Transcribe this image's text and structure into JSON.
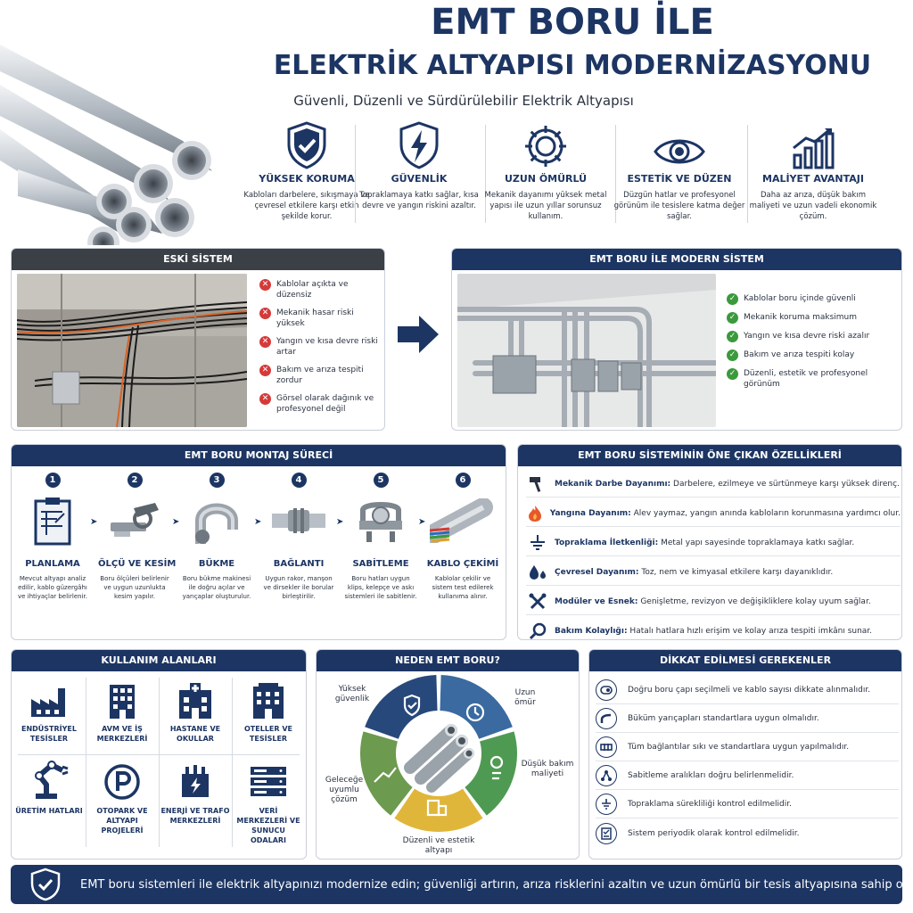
{
  "header": {
    "title_line1": "EMT BORU İLE",
    "title_line2": "ELEKTRİK ALTYAPISI MODERNİZASYONU",
    "subtitle": "Güvenli, Düzenli ve Sürdürülebilir Elektrik Altyapısı"
  },
  "features": [
    {
      "icon": "shield-check-icon",
      "title": "YÜKSEK KORUMA",
      "text": "Kabloları darbelere, sıkışmaya ve çevresel etkilere karşı etkin şekilde korur."
    },
    {
      "icon": "lightning-shield-icon",
      "title": "GÜVENLİK",
      "text": "Topraklamaya katkı sağlar, kısa devre ve yangın riskini azaltır."
    },
    {
      "icon": "gear-icon",
      "title": "UZUN ÖMÜRLÜ",
      "text": "Mekanik dayanımı yüksek metal yapısı ile uzun yıllar sorunsuz kullanım."
    },
    {
      "icon": "eye-icon",
      "title": "ESTETİK VE DÜZEN",
      "text": "Düzgün hatlar ve profesyonel görünüm ile tesislere katma değer sağlar."
    },
    {
      "icon": "bar-chart-icon",
      "title": "MALİYET AVANTAJI",
      "text": "Daha az arıza, düşük bakım maliyeti ve uzun vadeli ekonomik çözüm."
    }
  ],
  "old_system": {
    "title": "ESKİ SİSTEM",
    "items": [
      "Kablolar açıkta ve düzensiz",
      "Mekanik hasar riski yüksek",
      "Yangın ve kısa devre riski artar",
      "Bakım ve arıza tespiti zordur",
      "Görsel olarak dağınık ve profesyonel değil"
    ]
  },
  "new_system": {
    "title": "EMT BORU İLE MODERN SİSTEM",
    "items": [
      "Kablolar boru içinde güvenli",
      "Mekanik koruma maksimum",
      "Yangın ve kısa devre riski azalır",
      "Bakım ve arıza tespiti kolay",
      "Düzenli, estetik ve profesyonel görünüm"
    ]
  },
  "process": {
    "title": "EMT BORU MONTAJ SÜRECİ",
    "steps": [
      {
        "num": "1",
        "title": "PLANLAMA",
        "text": "Mevcut altyapı analiz edilir, kablo güzergâhı ve ihtiyaçlar belirlenir."
      },
      {
        "num": "2",
        "title": "ÖLÇÜ VE KESİM",
        "text": "Boru ölçüleri belirlenir ve uygun uzunlukta kesim yapılır."
      },
      {
        "num": "3",
        "title": "BÜKME",
        "text": "Boru bükme makinesi ile doğru açılar ve yarıçaplar oluşturulur."
      },
      {
        "num": "4",
        "title": "BAĞLANTI",
        "text": "Uygun rakor, manşon ve dirsekler ile borular birleştirilir."
      },
      {
        "num": "5",
        "title": "SABİTLEME",
        "text": "Boru hatları uygun klips, kelepçe ve askı sistemleri ile sabitlenir."
      },
      {
        "num": "6",
        "title": "KABLO ÇEKİMİ",
        "text": "Kablolar çekilir ve sistem test edilerek kullanıma alınır."
      }
    ]
  },
  "properties": {
    "title": "EMT BORU SİSTEMİNİN ÖNE ÇIKAN ÖZELLİKLERİ",
    "items": [
      {
        "icon": "hammer-icon",
        "label": "Mekanik Darbe Dayanımı:",
        "text": " Darbelere, ezilmeye ve sürtünmeye karşı yüksek direnç."
      },
      {
        "icon": "flame-icon",
        "label": "Yangına Dayanım:",
        "text": " Alev yaymaz, yangın anında kabloların korunmasına yardımcı olur."
      },
      {
        "icon": "ground-icon",
        "label": "Topraklama İletkenliği:",
        "text": " Metal yapı sayesinde topraklamaya katkı sağlar."
      },
      {
        "icon": "droplets-icon",
        "label": "Çevresel Dayanım:",
        "text": " Toz, nem ve kimyasal etkilere karşı dayanıklıdır."
      },
      {
        "icon": "tools-icon",
        "label": "Modüler ve Esnek:",
        "text": " Genişletme, revizyon ve değişikliklere kolay uyum sağlar."
      },
      {
        "icon": "magnifier-icon",
        "label": "Bakım Kolaylığı:",
        "text": " Hatalı hatlara hızlı erişim ve kolay arıza tespiti imkânı sunar."
      }
    ]
  },
  "usage": {
    "title": "KULLANIM ALANLARI",
    "items": [
      {
        "icon": "factory-icon",
        "label": "ENDÜSTRİYEL TESİSLER"
      },
      {
        "icon": "building-icon",
        "label": "AVM VE İŞ MERKEZLERİ"
      },
      {
        "icon": "hospital-icon",
        "label": "HASTANE VE OKULLAR"
      },
      {
        "icon": "hotel-icon",
        "label": "OTELLER VE TESİSLER"
      },
      {
        "icon": "robot-arm-icon",
        "label": "ÜRETİM HATLARI"
      },
      {
        "icon": "parking-icon",
        "label": "OTOPARK VE ALTYAPI PROJELERİ"
      },
      {
        "icon": "transformer-icon",
        "label": "ENERJİ VE TRAFO MERKEZLERİ"
      },
      {
        "icon": "server-icon",
        "label": "VERİ MERKEZLERİ VE SUNUCU ODALARI"
      }
    ]
  },
  "why": {
    "title": "NEDEN EMT BORU?",
    "segments": [
      {
        "label": "Yüksek güvenlik",
        "color": "#27487a"
      },
      {
        "label": "Uzun ömür",
        "color": "#3a6aa0"
      },
      {
        "label": "Düşük bakım maliyeti",
        "color": "#4f9a52"
      },
      {
        "label": "Düzenli ve estetik altyapı",
        "color": "#e0b63a"
      },
      {
        "label": "Geleceğe uyumlu çözüm",
        "color": "#6c9a4e"
      }
    ]
  },
  "caution": {
    "title": "DİKKAT EDİLMESİ GEREKENLER",
    "items": [
      "Doğru boru çapı seçilmeli ve kablo sayısı dikkate alınmalıdır.",
      "Büküm yarıçapları standartlara uygun olmalıdır.",
      "Tüm bağlantılar sıkı ve standartlara uygun yapılmalıdır.",
      "Sabitleme aralıkları doğru belirlenmelidir.",
      "Topraklama sürekliliği kontrol edilmelidir.",
      "Sistem periyodik olarak kontrol edilmelidir."
    ]
  },
  "footer": {
    "text": "EMT boru sistemleri ile elektrik altyapınızı modernize edin; güvenliği artırın, arıza risklerini azaltın ve uzun ömürlü bir tesis altyapısına sahip olun."
  },
  "colors": {
    "navy": "#1c3563",
    "dark": "#3b3f46",
    "red": "#d53a3a",
    "green": "#3a9a3c"
  }
}
